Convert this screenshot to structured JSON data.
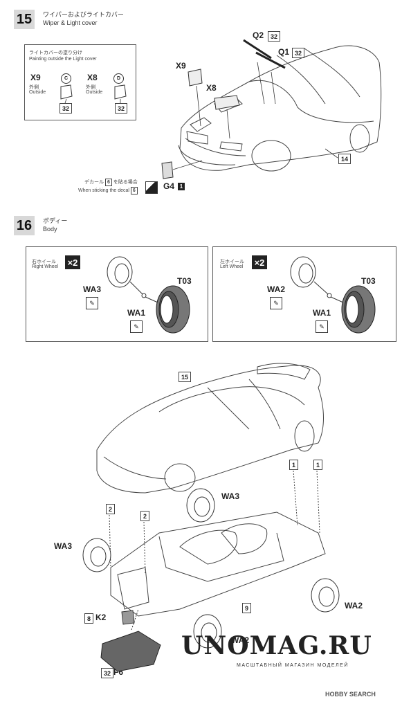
{
  "step15": {
    "number": "15",
    "title_jp": "ワイパーおよびライトカバー",
    "title_en": "Wiper & Light cover",
    "paint_box": {
      "title_jp": "ライトカバーの塗り分け",
      "title_en": "Painting outside the Light cover",
      "items": [
        {
          "part": "X9",
          "letter": "C",
          "side_jp": "外側",
          "side_en": "Outside",
          "color": "32"
        },
        {
          "part": "X8",
          "letter": "D",
          "side_jp": "外側",
          "side_en": "Outside",
          "color": "32"
        }
      ]
    },
    "labels": {
      "q2": "Q2",
      "q2_color": "32",
      "q1": "Q1",
      "q1_color": "32",
      "x9": "X9",
      "x8": "X8",
      "ref14": "14",
      "decal_jp": "デカール",
      "decal_jp_num": "6",
      "decal_jp_suffix": "を貼る場合",
      "decal_en": "When sticking the decal",
      "decal_en_num": "6",
      "g4": "G4",
      "g4_num": "1"
    }
  },
  "step16": {
    "number": "16",
    "title_jp": "ボディー",
    "title_en": "Body",
    "right_box": {
      "title_jp": "右ホイール",
      "title_en": "Right Wheel",
      "mult": "×2",
      "wa_a": "WA3",
      "wa_b": "WA1",
      "tire": "T03"
    },
    "left_box": {
      "title_jp": "左ホイール",
      "title_en": "Left Wheel",
      "mult": "×2",
      "wa_a": "WA2",
      "wa_b": "WA1",
      "tire": "T03"
    },
    "labels": {
      "ref15": "15",
      "ref1a": "1",
      "ref1b": "1",
      "ref2a": "2",
      "ref2b": "2",
      "ref9": "9",
      "wa3_top": "WA3",
      "wa3_left": "WA3",
      "wa2_right": "WA2",
      "wa2_bottom": "WA2",
      "k2": "K2",
      "k2_color": "8",
      "f6": "F6",
      "f6_color": "32"
    }
  },
  "watermark": {
    "brand": "UNOMAG.RU",
    "sub": "МАСШТАБНЫЙ МАГАЗИН МОДЕЛЕЙ",
    "credit": "HOBBY SEARCH"
  }
}
